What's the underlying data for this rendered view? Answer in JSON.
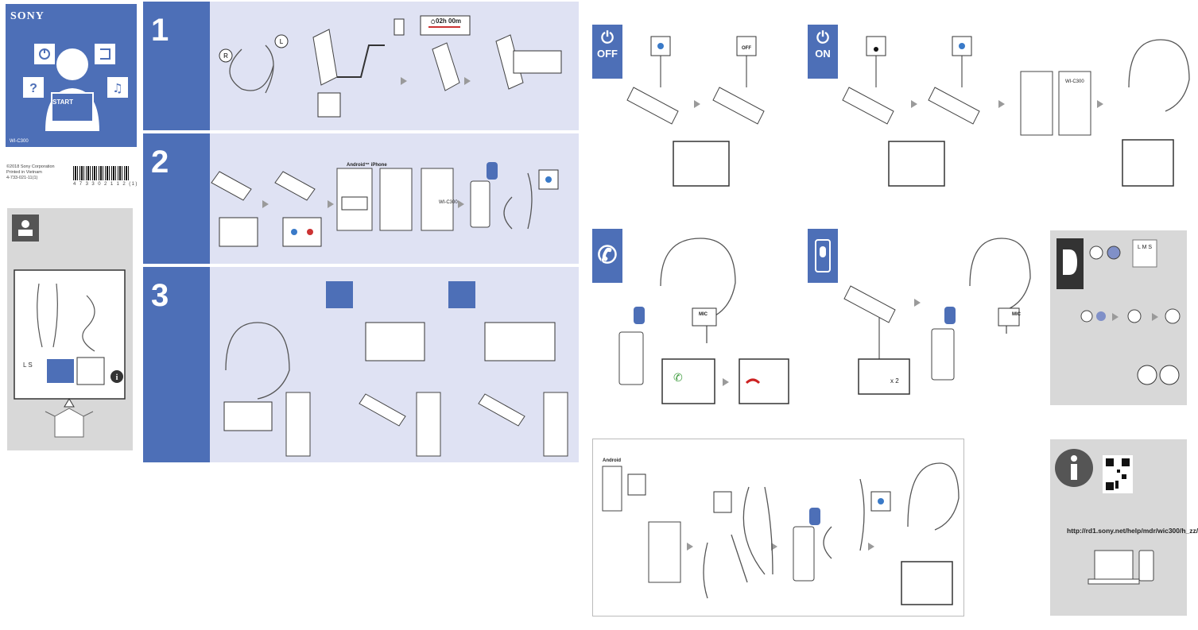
{
  "cover": {
    "brand": "SONY",
    "start_label": "START",
    "model": "WI-C300",
    "maker_lines": [
      "©2018 Sony Corporation",
      "Printed in Vietnam",
      "4-733-021-11(1)"
    ],
    "barcode_digits": "4 7 3 3 0 2 1 1 2  (1)"
  },
  "steps": [
    {
      "number": "1"
    },
    {
      "number": "2",
      "os_labels": "Android™  iPhone",
      "device_name": "WI-C300"
    },
    {
      "number": "3"
    }
  ],
  "step1": {
    "charge_time": "02h 00m"
  },
  "power": {
    "off_label": "OFF",
    "on_label": "ON",
    "indicator_off": "OFF",
    "device_name": "WI-C300"
  },
  "call": {
    "mic_label": "MIC"
  },
  "voice": {
    "mic_label": "MIC",
    "press_count": "x 2"
  },
  "eartips": {
    "sizes": [
      "S",
      "M",
      "L"
    ]
  },
  "nfc": {
    "os_label": "Android"
  },
  "info": {
    "url": "http://rd1.sony.net/help/mdr/wic300/h_zz/"
  },
  "colors": {
    "brand_blue": "#4d6fb7",
    "panel_lavender": "#dfe2f3",
    "panel_grey": "#d8d8d8",
    "end_call_red": "#cc2222",
    "answer_green": "#3a9a3a"
  }
}
